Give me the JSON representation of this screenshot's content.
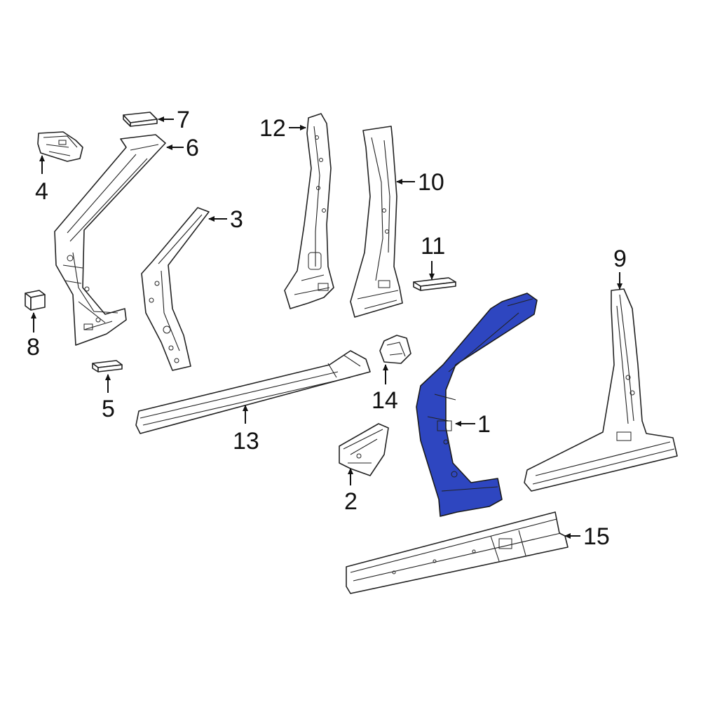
{
  "diagram": {
    "highlight_color": "#2e46c0",
    "callouts": [
      {
        "id": "1",
        "label": "1"
      },
      {
        "id": "2",
        "label": "2"
      },
      {
        "id": "3",
        "label": "3"
      },
      {
        "id": "4",
        "label": "4"
      },
      {
        "id": "5",
        "label": "5"
      },
      {
        "id": "6",
        "label": "6"
      },
      {
        "id": "7",
        "label": "7"
      },
      {
        "id": "8",
        "label": "8"
      },
      {
        "id": "9",
        "label": "9"
      },
      {
        "id": "10",
        "label": "10"
      },
      {
        "id": "11",
        "label": "11"
      },
      {
        "id": "12",
        "label": "12"
      },
      {
        "id": "13",
        "label": "13"
      },
      {
        "id": "14",
        "label": "14"
      },
      {
        "id": "15",
        "label": "15"
      }
    ],
    "highlighted_part": "1"
  }
}
